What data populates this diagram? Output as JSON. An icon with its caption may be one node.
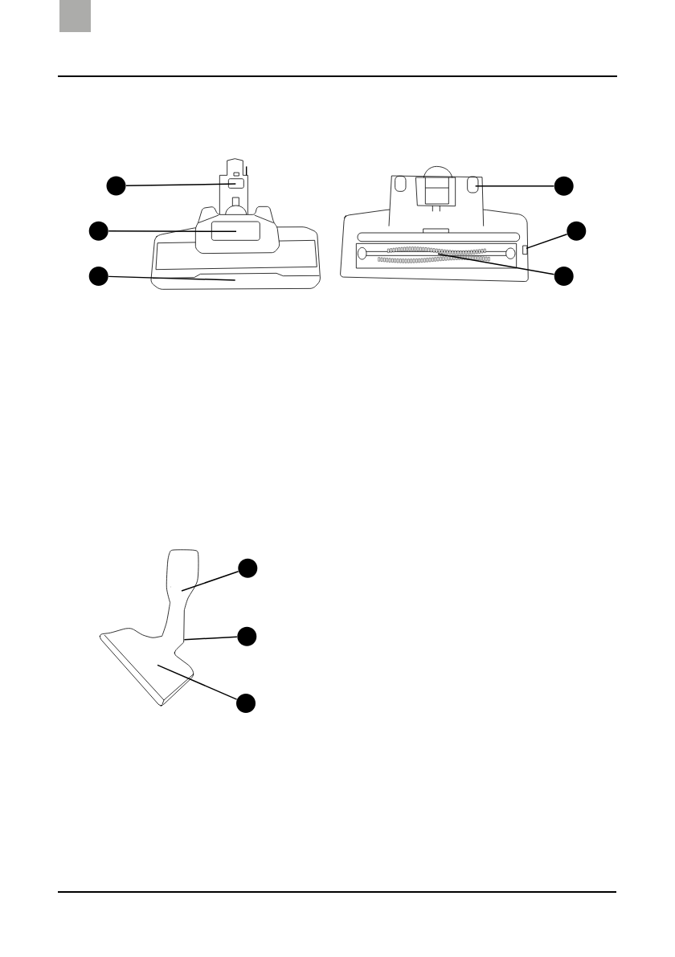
{
  "diagram": {
    "nodes": [
      {
        "text": [],
        "shape": "circle"
      },
      {
        "text": [],
        "shape": "circle"
      },
      {
        "text": [],
        "shape": "circle"
      },
      {
        "text": [],
        "shape": "circle"
      },
      {
        "text": [],
        "shape": "circle"
      },
      {
        "text": [],
        "shape": "circle"
      },
      {
        "text": [],
        "shape": "circle"
      },
      {
        "text": [],
        "shape": "circle"
      },
      {
        "text": [],
        "shape": "circle"
      },
      {
        "text": [],
        "shape": "box"
      },
      {
        "text": [],
        "shape": "box"
      },
      {
        "text": [],
        "shape": "box"
      },
      {
        "text": [],
        "shape": "box"
      },
      {
        "text": [],
        "shape": "bar"
      },
      {
        "text": [],
        "shape": "picture"
      },
      {
        "text": [],
        "shape": "picture"
      },
      {
        "text": [],
        "shape": "picture"
      },
      {
        "text": [],
        "shape": "picture"
      }
    ],
    "edges": [
      {
        "from": 0,
        "to": 9,
        "arrow": "none"
      },
      {
        "from": 1,
        "to": 10,
        "arrow": "none"
      },
      {
        "from": 2,
        "to": 11,
        "arrow": "none"
      },
      {
        "from": 3,
        "to": 12,
        "arrow": "none"
      },
      {
        "from": 4,
        "to": 13,
        "arrow": "none"
      },
      {
        "from": 5,
        "to": 14,
        "arrow": "none"
      },
      {
        "from": 6,
        "to": 15,
        "arrow": "none"
      },
      {
        "from": 7,
        "to": 16,
        "arrow": "none"
      },
      {
        "from": 8,
        "to": 17,
        "arrow": "none"
      }
    ]
  }
}
